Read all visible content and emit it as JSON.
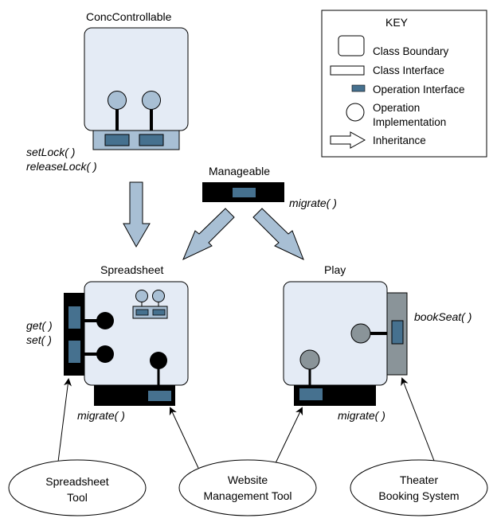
{
  "colors": {
    "class_fill": "#e4ebf5",
    "interface_light": "#a8bfd4",
    "operation_interface": "#46718f",
    "grey_impl": "#8a9499",
    "black": "#000000"
  },
  "key": {
    "title": "KEY",
    "items": [
      {
        "symbol": "class-boundary",
        "label": "Class Boundary"
      },
      {
        "symbol": "class-interface",
        "label": "Class Interface"
      },
      {
        "symbol": "operation-interface",
        "label": "Operation Interface"
      },
      {
        "symbol": "operation-implementation",
        "label_line1": "Operation",
        "label_line2": "Implementation"
      },
      {
        "symbol": "inheritance",
        "label": "Inheritance"
      }
    ]
  },
  "classes": {
    "conc_controllable": {
      "name": "ConcControllable",
      "operations": [
        "setLock( )",
        "releaseLock( )"
      ]
    },
    "manageable": {
      "name": "Manageable",
      "operations": [
        "migrate( )"
      ]
    },
    "spreadsheet": {
      "name": "Spreadsheet",
      "operations": [
        "get( )",
        "set( )"
      ],
      "migrate_label": "migrate( )"
    },
    "play": {
      "name": "Play",
      "operations": [
        "bookSeat( )"
      ],
      "migrate_label": "migrate( )"
    }
  },
  "clients": [
    {
      "line1": "Spreadsheet",
      "line2": "Tool"
    },
    {
      "line1": "Website",
      "line2": "Management Tool"
    },
    {
      "line1": "Theater",
      "line2": "Booking System"
    }
  ]
}
